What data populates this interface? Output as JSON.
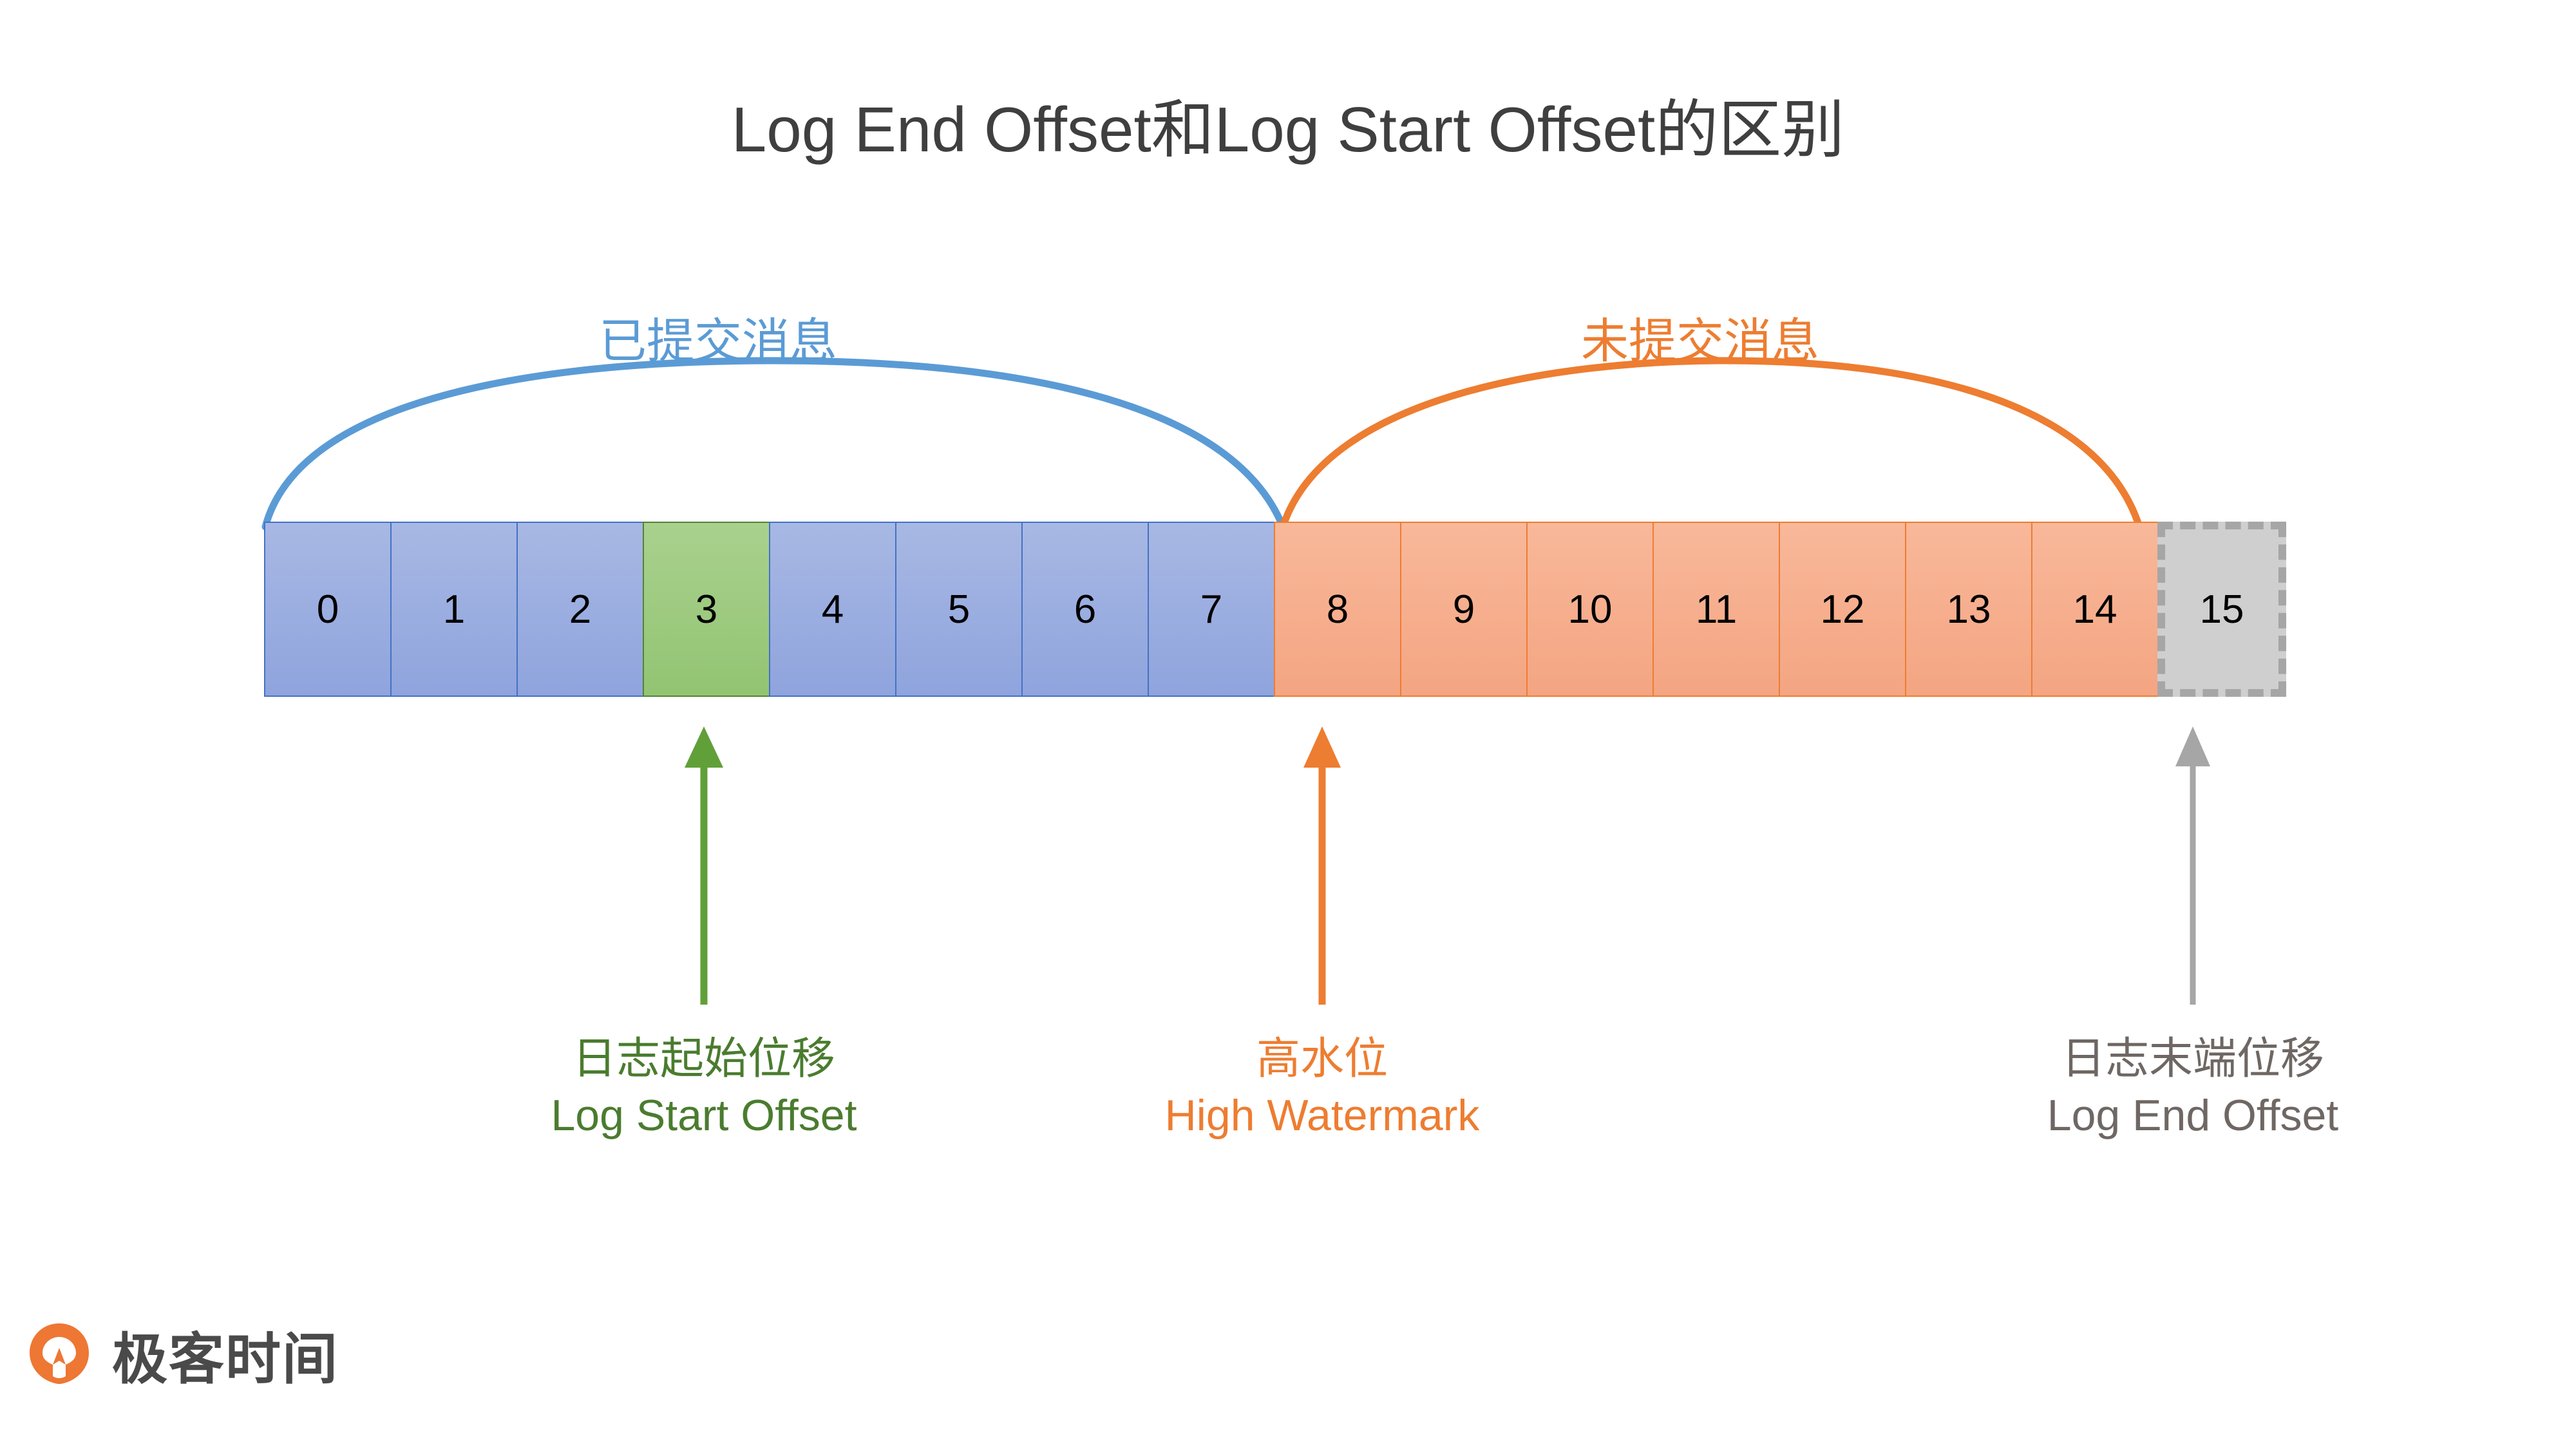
{
  "page": {
    "title": "Log End Offset和Log Start Offset的区别"
  },
  "spans": {
    "committed": {
      "label": "已提交消息",
      "color": "#5b9bd5"
    },
    "uncommitted": {
      "label": "未提交消息",
      "color": "#ed7d31"
    }
  },
  "chart_data": {
    "type": "bar",
    "title": "Log End Offset和Log Start Offset的区别",
    "xlabel": "",
    "ylabel": "",
    "categories": [
      "0",
      "1",
      "2",
      "3",
      "4",
      "5",
      "6",
      "7",
      "8",
      "9",
      "10",
      "11",
      "12",
      "13",
      "14",
      "15"
    ],
    "values": [
      1,
      1,
      1,
      1,
      1,
      1,
      1,
      1,
      1,
      1,
      1,
      1,
      1,
      1,
      1,
      1
    ],
    "cell_states": [
      "committed",
      "committed",
      "committed",
      "log-start",
      "committed",
      "committed",
      "committed",
      "committed",
      "uncommitted",
      "uncommitted",
      "uncommitted",
      "uncommitted",
      "uncommitted",
      "uncommitted",
      "uncommitted",
      "log-end"
    ],
    "legend": [
      "已提交消息",
      "未提交消息"
    ],
    "annotations": [
      {
        "at": "3",
        "cn": "日志起始位移",
        "en": "Log Start Offset",
        "color": "#4a7c2f"
      },
      {
        "at": "8",
        "cn": "高水位",
        "en": "High Watermark",
        "color": "#ed7d31"
      },
      {
        "at": "15",
        "cn": "日志末端位移",
        "en": "Log End Offset",
        "color": "#6e6763"
      }
    ],
    "spans": [
      {
        "label": "已提交消息",
        "from": "0",
        "to": "7",
        "color": "#5b9bd5"
      },
      {
        "label": "未提交消息",
        "from": "8",
        "to": "14",
        "color": "#ed7d31"
      }
    ],
    "grid": false
  },
  "cells": [
    {
      "label": "0",
      "state": "committed"
    },
    {
      "label": "1",
      "state": "committed"
    },
    {
      "label": "2",
      "state": "committed"
    },
    {
      "label": "3",
      "state": "log-start"
    },
    {
      "label": "4",
      "state": "committed"
    },
    {
      "label": "5",
      "state": "committed"
    },
    {
      "label": "6",
      "state": "committed"
    },
    {
      "label": "7",
      "state": "committed"
    },
    {
      "label": "8",
      "state": "uncommitted"
    },
    {
      "label": "9",
      "state": "uncommitted"
    },
    {
      "label": "10",
      "state": "uncommitted"
    },
    {
      "label": "11",
      "state": "uncommitted"
    },
    {
      "label": "12",
      "state": "uncommitted"
    },
    {
      "label": "13",
      "state": "uncommitted"
    },
    {
      "label": "14",
      "state": "uncommitted"
    },
    {
      "label": "15",
      "state": "log-end"
    }
  ],
  "annotations": {
    "log_start": {
      "cn": "日志起始位移",
      "en": "Log Start Offset",
      "color": "#4a7c2f"
    },
    "high_watermark": {
      "cn": "高水位",
      "en": "High Watermark",
      "color": "#ed7d31"
    },
    "log_end": {
      "cn": "日志末端位移",
      "en": "Log End Offset",
      "color": "#6e6763"
    }
  },
  "brand": {
    "name": "极客时间",
    "mark_color": "#ee7733"
  },
  "colors": {
    "committed_fill": "#9aaee0",
    "committed_border": "#4472c4",
    "log_start_fill": "#9ecb7f",
    "log_start_border": "#548235",
    "uncommitted_fill": "#f6ad8b",
    "uncommitted_border": "#ed7d31",
    "log_end_fill": "#cfcfcf",
    "log_end_border": "#a6a6a6",
    "title_text": "#3f3f3f"
  }
}
